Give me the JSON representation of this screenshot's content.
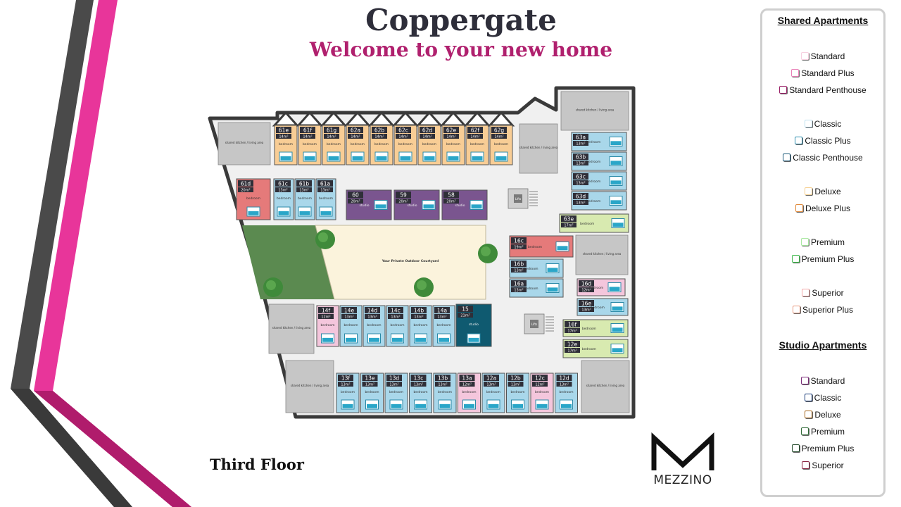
{
  "header": {
    "title": "Coppergate",
    "subtitle": "Welcome to your new home"
  },
  "floor_label": "Third Floor",
  "brand": {
    "name": "MEZZINO"
  },
  "colors": {
    "grey_stripe": "#4a4a4a",
    "pink_stripe": "#e8359a",
    "magenta_stripe": "#b01c6c",
    "standard": "#f4c6dc",
    "superior": "#e57a7a",
    "deluxe": "#f8cd95",
    "classic": "#a9d7ea",
    "studio_standard": "#7a558f",
    "classic_penthouse": "#0f5a70",
    "premium": "#d8eab0",
    "courtyard": "#fbf3dc",
    "garden": "#5b8a50",
    "shared_area": "#c6c6c6"
  },
  "legend": {
    "shared_heading": "Shared Apartments",
    "shared_items": [
      {
        "label": "Standard",
        "color": "#f7d0e0"
      },
      {
        "label": "Standard Plus",
        "color": "#e981b8"
      },
      {
        "label": "Standard Penthouse",
        "color": "#9a2168"
      },
      {
        "label": "Classic",
        "color": "#bfe1f0"
      },
      {
        "label": "Classic Plus",
        "color": "#2f8fb0"
      },
      {
        "label": "Classic Penthouse",
        "color": "#1c5a7a"
      },
      {
        "label": "Deluxe",
        "color": "#f6cf8e"
      },
      {
        "label": "Deluxe Plus",
        "color": "#e08a3a"
      },
      {
        "label": "Premium",
        "color": "#a8e8a0"
      },
      {
        "label": "Premium Plus",
        "color": "#3db84a"
      },
      {
        "label": "Superior",
        "color": "#f4a8a8"
      },
      {
        "label": "Superior Plus",
        "color": "#e89a80"
      }
    ],
    "studio_heading": "Studio Apartments",
    "studio_items": [
      {
        "label": "Standard",
        "color": "#7a2a78"
      },
      {
        "label": "Classic",
        "color": "#1b3d7a"
      },
      {
        "label": "Deluxe",
        "color": "#a86a20"
      },
      {
        "label": "Premium",
        "color": "#2f6a36"
      },
      {
        "label": "Premium Plus",
        "color": "#234a2a"
      },
      {
        "label": "Superior",
        "color": "#8a2340"
      }
    ]
  },
  "floorplan": {
    "shared_area_label": "shared kitchen / living area",
    "courtyard_label": "Your Private Outdoor Courtyard",
    "lift_label": "Lifts",
    "rooms": [
      {
        "id": "61e",
        "size": "14m²",
        "type": "bedroom",
        "cat": "deluxe"
      },
      {
        "id": "61f",
        "size": "14m²",
        "type": "bedroom",
        "cat": "deluxe"
      },
      {
        "id": "61g",
        "size": "14m²",
        "type": "bedroom",
        "cat": "deluxe"
      },
      {
        "id": "62a",
        "size": "14m²",
        "type": "bedroom",
        "cat": "deluxe"
      },
      {
        "id": "62b",
        "size": "14m²",
        "type": "bedroom",
        "cat": "deluxe"
      },
      {
        "id": "62c",
        "size": "14m²",
        "type": "bedroom",
        "cat": "deluxe"
      },
      {
        "id": "62d",
        "size": "14m²",
        "type": "bedroom",
        "cat": "deluxe"
      },
      {
        "id": "62e",
        "size": "14m²",
        "type": "bedroom",
        "cat": "deluxe"
      },
      {
        "id": "62f",
        "size": "14m²",
        "type": "bedroom",
        "cat": "deluxe"
      },
      {
        "id": "62g",
        "size": "14m²",
        "type": "bedroom",
        "cat": "deluxe"
      },
      {
        "id": "61d",
        "size": "20m²",
        "type": "bedroom",
        "cat": "superior"
      },
      {
        "id": "61c",
        "size": "13m²",
        "type": "bedroom",
        "cat": "classic"
      },
      {
        "id": "61b",
        "size": "13m²",
        "type": "bedroom",
        "cat": "classic"
      },
      {
        "id": "61a",
        "size": "13m²",
        "type": "bedroom",
        "cat": "classic"
      },
      {
        "id": "60",
        "size": "20m²",
        "type": "studio",
        "cat": "studio_standard"
      },
      {
        "id": "59",
        "size": "20m²",
        "type": "studio",
        "cat": "studio_standard"
      },
      {
        "id": "58",
        "size": "20m²",
        "type": "studio",
        "cat": "studio_standard"
      },
      {
        "id": "63a",
        "size": "13m²",
        "type": "bedroom",
        "cat": "classic"
      },
      {
        "id": "63b",
        "size": "13m²",
        "type": "bedroom",
        "cat": "classic"
      },
      {
        "id": "63c",
        "size": "13m²",
        "type": "bedroom",
        "cat": "classic"
      },
      {
        "id": "63d",
        "size": "13m²",
        "type": "bedroom",
        "cat": "classic"
      },
      {
        "id": "63e",
        "size": "17m²",
        "type": "bedroom",
        "cat": "premium"
      },
      {
        "id": "16c",
        "size": "19m²",
        "type": "bedroom",
        "cat": "superior"
      },
      {
        "id": "16b",
        "size": "13m²",
        "type": "bedroom",
        "cat": "classic"
      },
      {
        "id": "16a",
        "size": "13m²",
        "type": "bedroom",
        "cat": "classic"
      },
      {
        "id": "16d",
        "size": "12m²",
        "type": "bedroom",
        "cat": "standard"
      },
      {
        "id": "16e",
        "size": "13m²",
        "type": "bedroom",
        "cat": "classic"
      },
      {
        "id": "16f",
        "size": "17m²",
        "type": "bedroom",
        "cat": "premium"
      },
      {
        "id": "12e",
        "size": "17m²",
        "type": "bedroom",
        "cat": "premium"
      },
      {
        "id": "14f",
        "size": "12m²",
        "type": "bedroom",
        "cat": "standard"
      },
      {
        "id": "14e",
        "size": "13m²",
        "type": "bedroom",
        "cat": "classic"
      },
      {
        "id": "14d",
        "size": "13m²",
        "type": "bedroom",
        "cat": "classic"
      },
      {
        "id": "14c",
        "size": "13m²",
        "type": "bedroom",
        "cat": "classic"
      },
      {
        "id": "14b",
        "size": "13m²",
        "type": "bedroom",
        "cat": "classic"
      },
      {
        "id": "14a",
        "size": "13m²",
        "type": "bedroom",
        "cat": "classic"
      },
      {
        "id": "15",
        "size": "21m²",
        "type": "studio",
        "cat": "classic_penthouse"
      },
      {
        "id": "13f",
        "size": "13m²",
        "type": "bedroom",
        "cat": "classic"
      },
      {
        "id": "13e",
        "size": "13m²",
        "type": "bedroom",
        "cat": "classic"
      },
      {
        "id": "13d",
        "size": "13m²",
        "type": "bedroom",
        "cat": "classic"
      },
      {
        "id": "13c",
        "size": "13m²",
        "type": "bedroom",
        "cat": "classic"
      },
      {
        "id": "13b",
        "size": "13m²",
        "type": "bedroom",
        "cat": "classic"
      },
      {
        "id": "13a",
        "size": "12m²",
        "type": "bedroom",
        "cat": "standard"
      },
      {
        "id": "12a",
        "size": "13m²",
        "type": "bedroom",
        "cat": "classic"
      },
      {
        "id": "12b",
        "size": "13m²",
        "type": "bedroom",
        "cat": "classic"
      },
      {
        "id": "12c",
        "size": "12m²",
        "type": "bedroom",
        "cat": "standard"
      },
      {
        "id": "12d",
        "size": "13m²",
        "type": "bedroom",
        "cat": "classic"
      }
    ]
  }
}
